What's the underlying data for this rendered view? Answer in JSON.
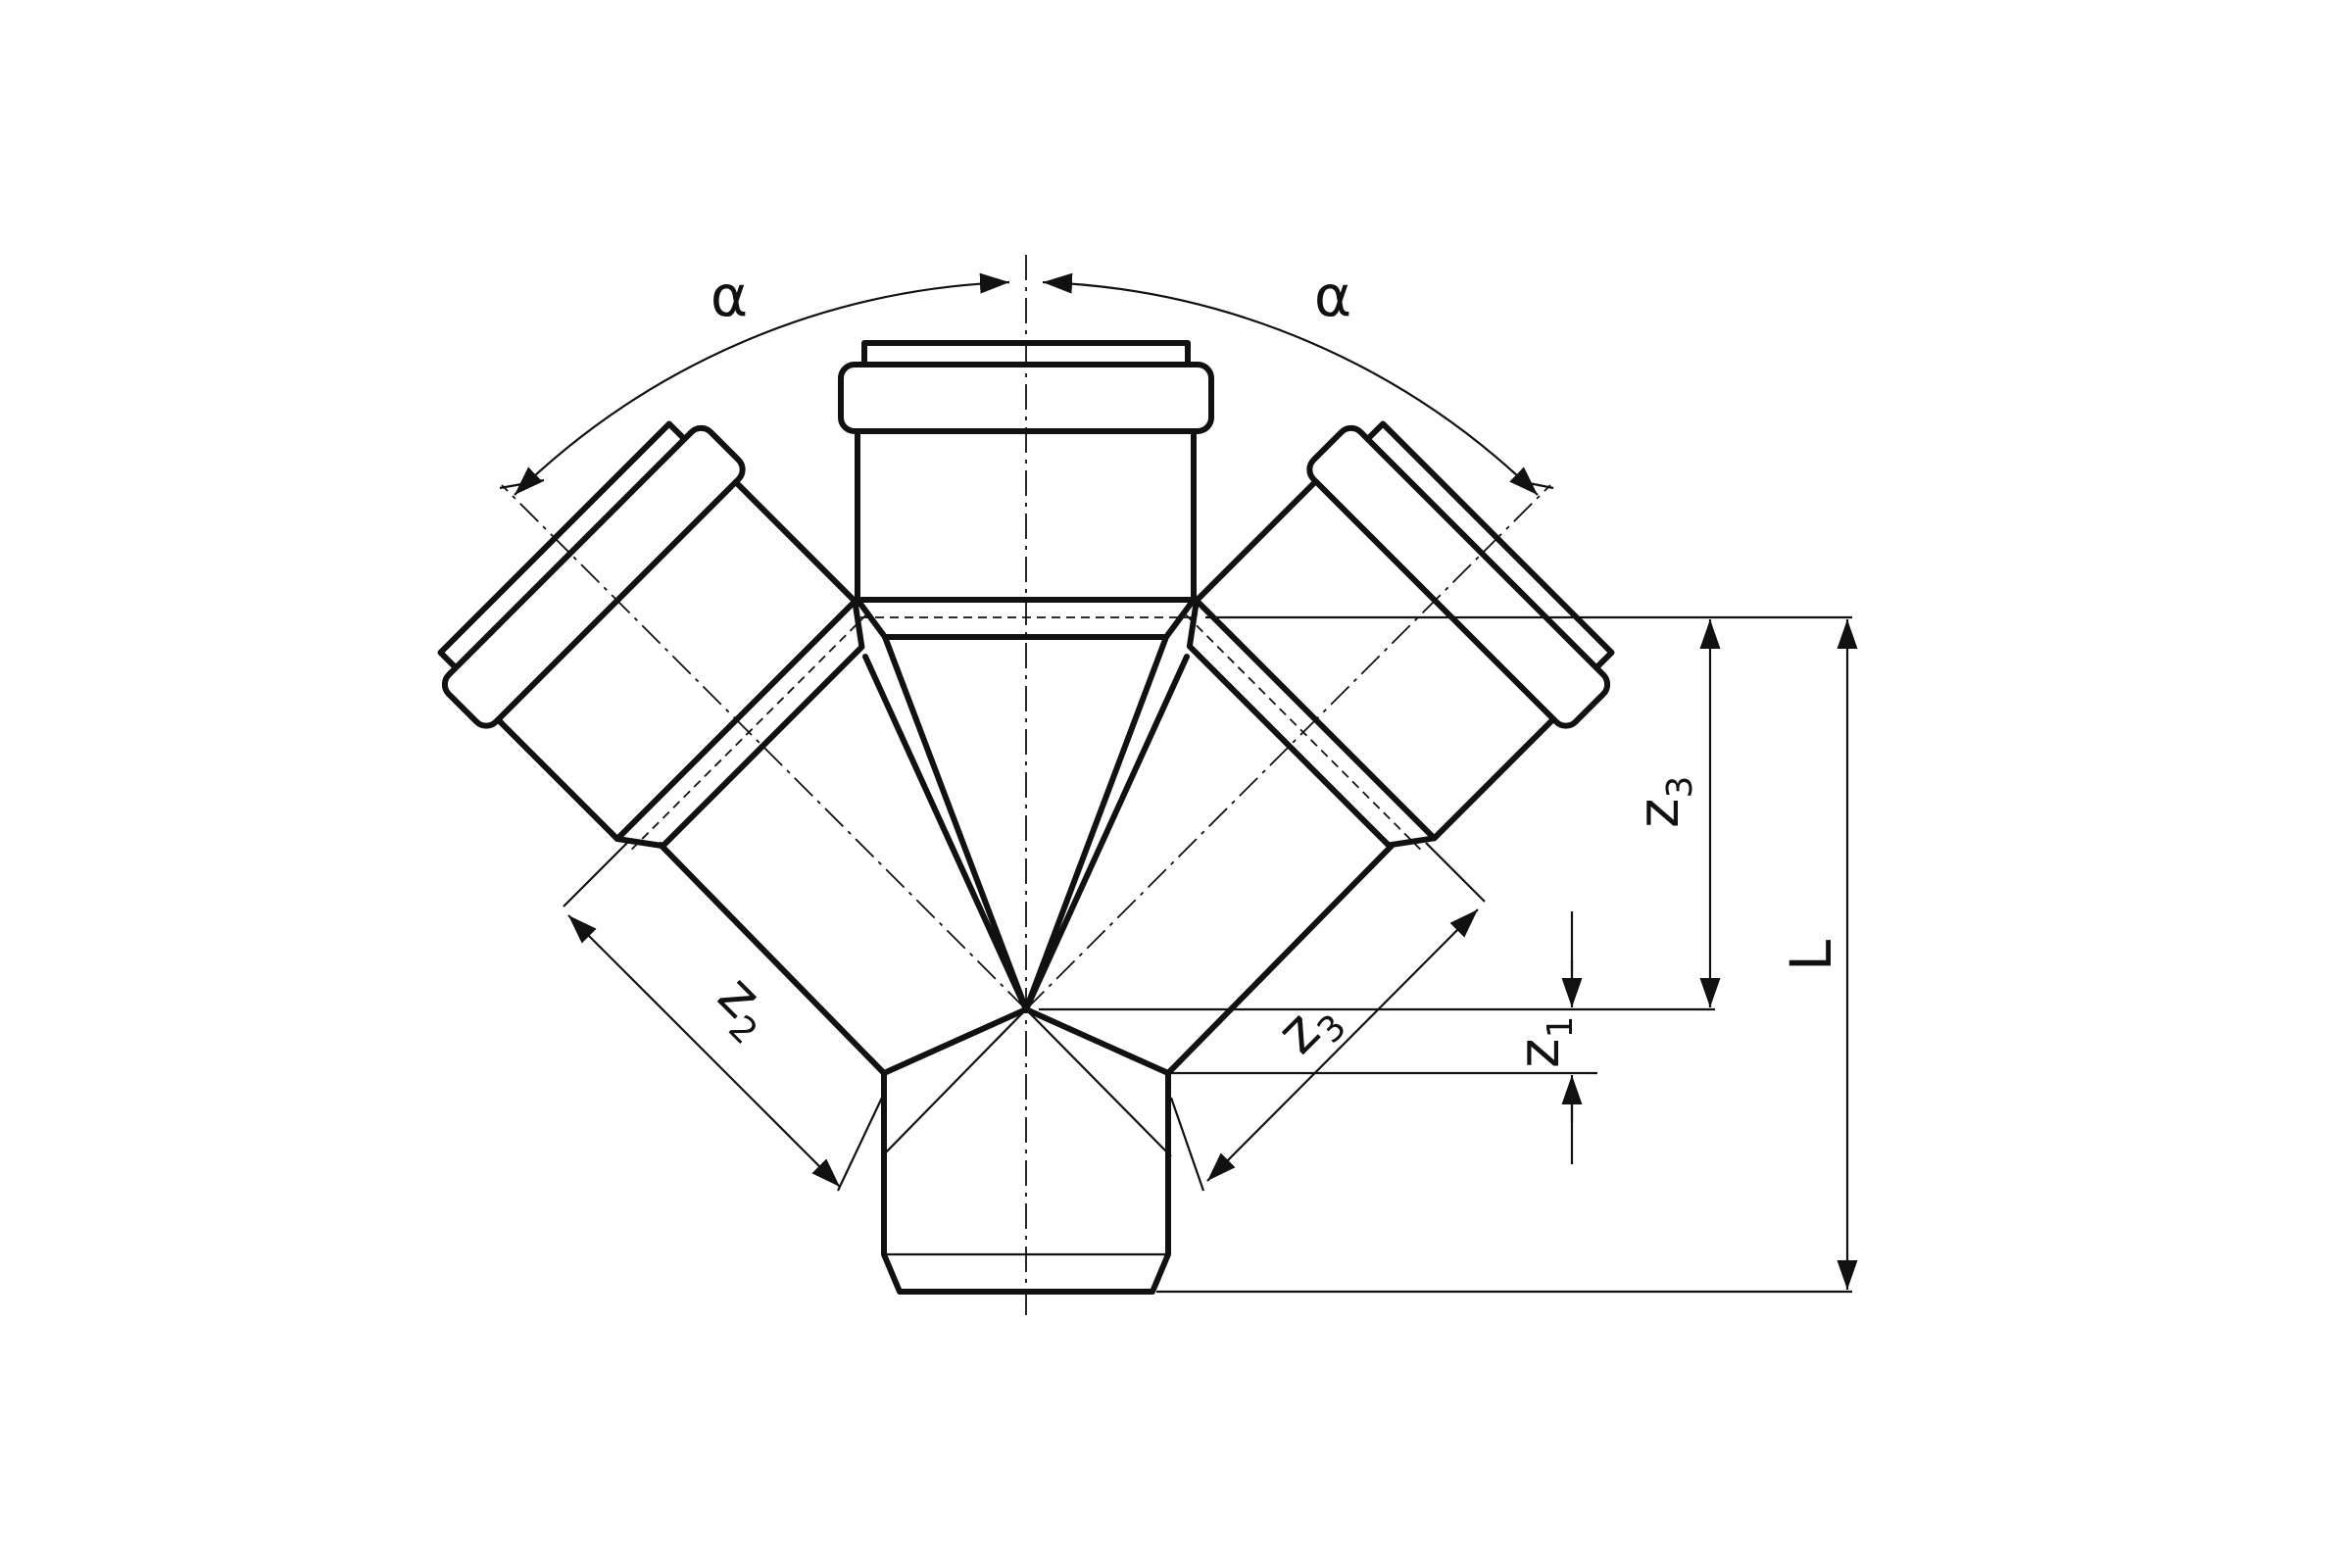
{
  "labels": {
    "alpha_left": "α",
    "alpha_right": "α",
    "z1": "z",
    "z1_sub": "1",
    "z2": "z",
    "z2_sub": "2",
    "z3_diag": "z",
    "z3_diag_sub": "3",
    "z3_vert": "z",
    "z3_vert_sub": "3",
    "L": "L"
  }
}
